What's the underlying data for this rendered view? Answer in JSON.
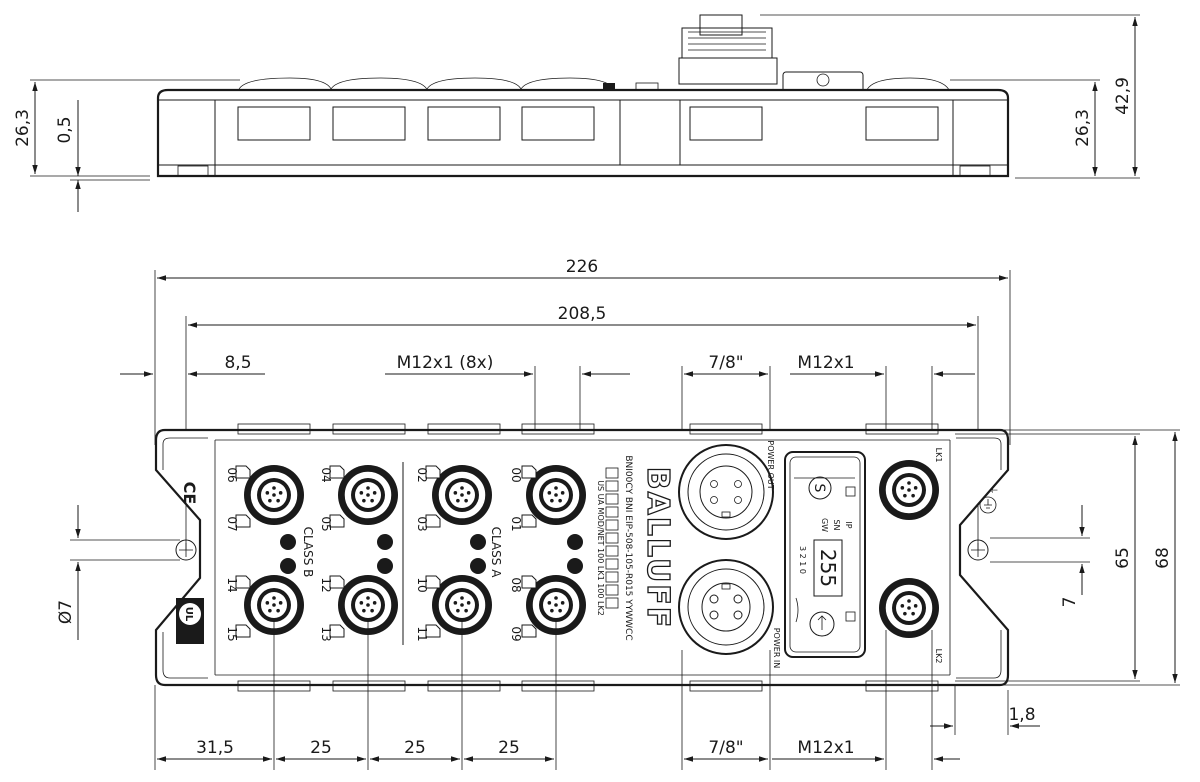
{
  "side_view": {
    "dim_left_height": "26,3",
    "dim_left_small": "0,5",
    "dim_right_height": "26,3",
    "dim_right_total": "42,9"
  },
  "top_view": {
    "dim_overall_length": "226",
    "dim_hole_spacing": "208,5",
    "dim_hole_offset": "8,5",
    "dim_m12_8x": "M12x1 (8x)",
    "dim_78_top": "7/8\"",
    "dim_m12_top": "M12x1",
    "dim_height_65": "65",
    "dim_height_68": "68",
    "dim_hole_dia": "Ø7",
    "dim_offset_7": "7",
    "dim_1_8": "1,8",
    "dim_bottom": [
      "31,5",
      "25",
      "25",
      "25"
    ],
    "dim_78_bottom": "7/8\"",
    "dim_m12_bottom": "M12x1"
  },
  "device": {
    "brand": "BALLUFF",
    "model_line1": "BNI00CY  BNI EIP-508-105-R015  YYWWCC",
    "model_line2": "US  UA  MOD/NET  100  LK1  100  LK2",
    "port_labels": [
      "06",
      "07",
      "04",
      "05",
      "02",
      "03",
      "00",
      "01",
      "14",
      "15",
      "12",
      "13",
      "10",
      "11",
      "08",
      "09"
    ],
    "class_b": "CLASS B",
    "class_a": "CLASS A",
    "power_out": "POWER OUT",
    "power_in": "POWER IN",
    "lk1": "LK1",
    "lk2": "LK2",
    "display_value": "255",
    "display_ip": "IP",
    "display_sn": "SN",
    "display_gw": "GW",
    "display_digits": "3  2  1  0",
    "ce_mark": "CE",
    "ul_mark": "UL"
  }
}
